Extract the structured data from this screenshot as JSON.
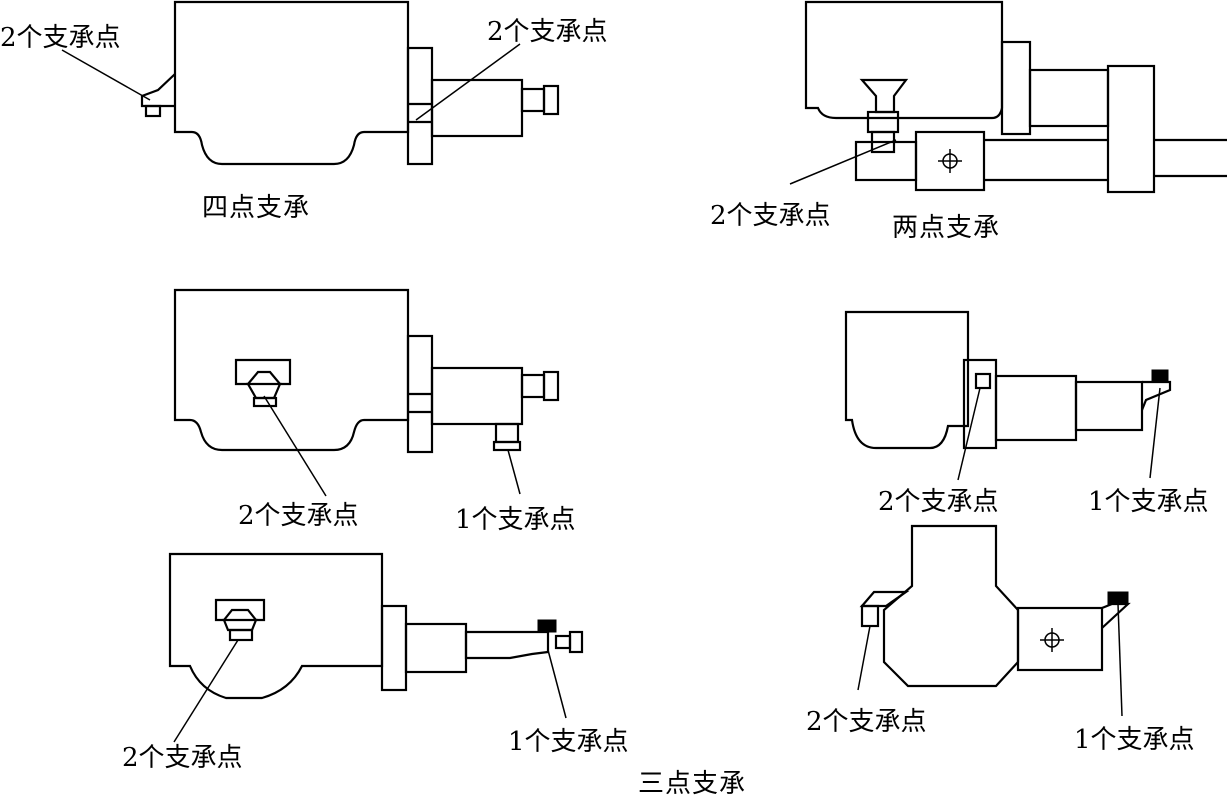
{
  "labels": {
    "two_points": "2个支承点",
    "one_point": "1个支承点"
  },
  "captions": {
    "four_point": "四点支承",
    "two_point": "两点支承",
    "three_point": "三点支承"
  }
}
